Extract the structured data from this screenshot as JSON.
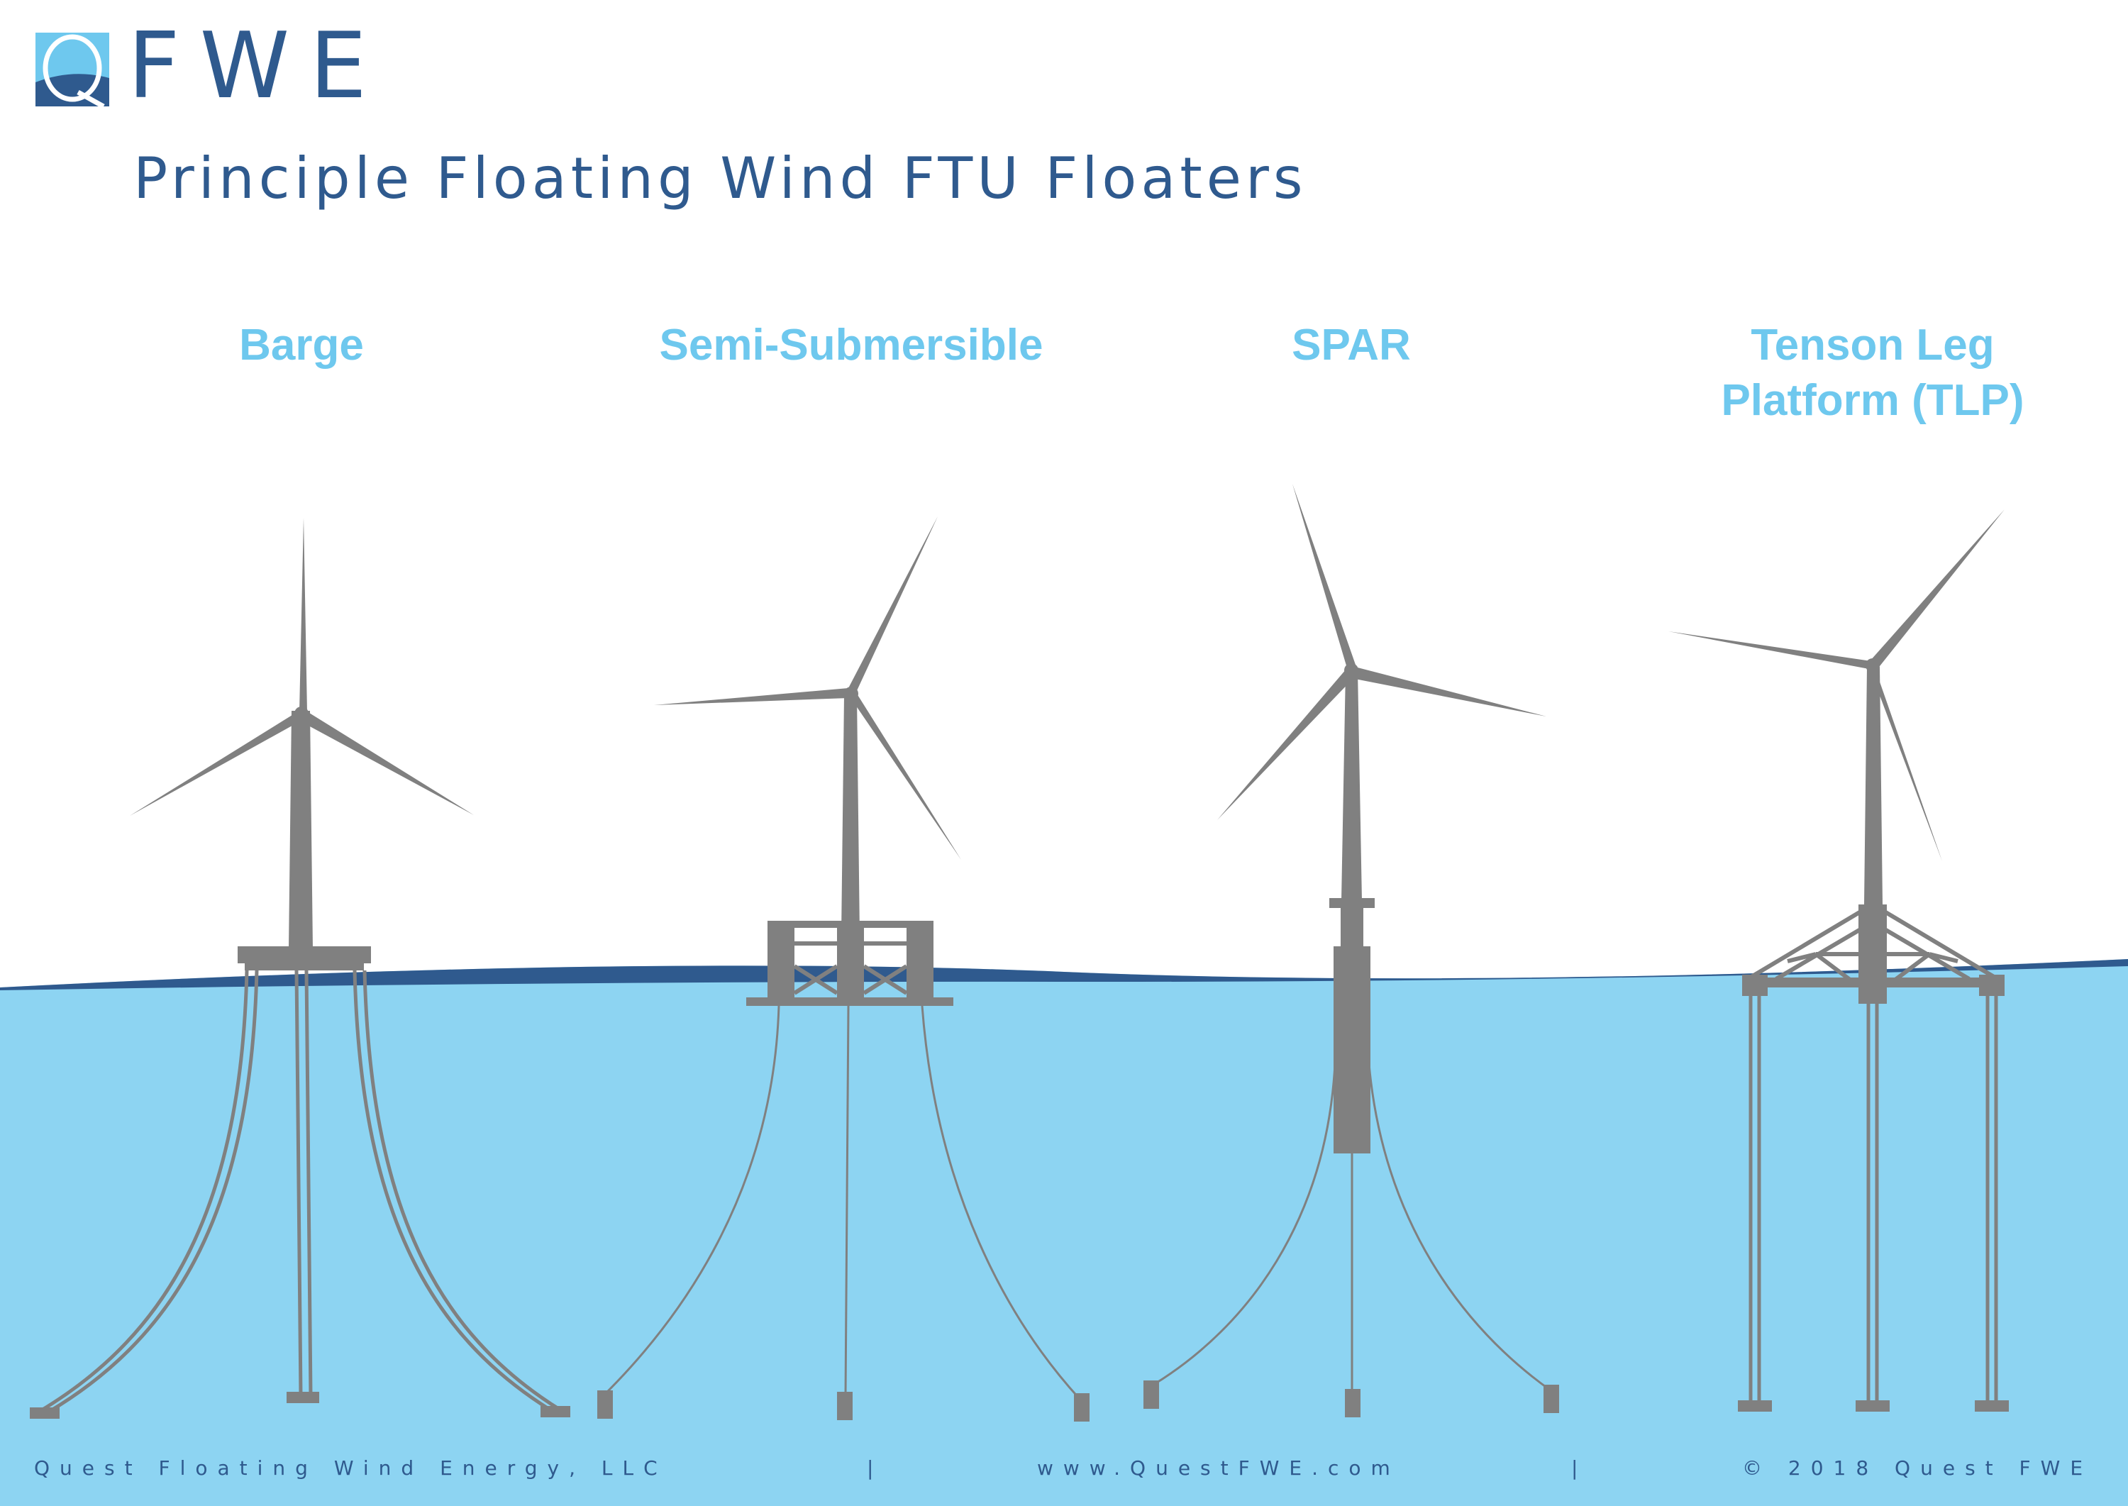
{
  "brand": {
    "logo_letter": "Q",
    "logo_text": "FWE",
    "colors": {
      "dark_blue": "#2f5a8e",
      "light_blue": "#6ec8ee",
      "water": "#8dd4f2",
      "structure_gray": "#808080"
    }
  },
  "title": "Principle Floating Wind FTU Floaters",
  "floater_types": [
    {
      "id": "barge",
      "label_lines": [
        "Barge"
      ]
    },
    {
      "id": "semi-submersible",
      "label_lines": [
        "Semi-Submersible"
      ]
    },
    {
      "id": "spar",
      "label_lines": [
        "SPAR"
      ]
    },
    {
      "id": "tlp",
      "label_lines": [
        "Tenson Leg",
        "Platform (TLP)"
      ]
    }
  ],
  "footer": {
    "company": "Quest   Floating Wind Energy, LLC",
    "separator": "|",
    "website": "www.QuestFWE.com",
    "copyright": "© 2018 Quest FWE"
  }
}
